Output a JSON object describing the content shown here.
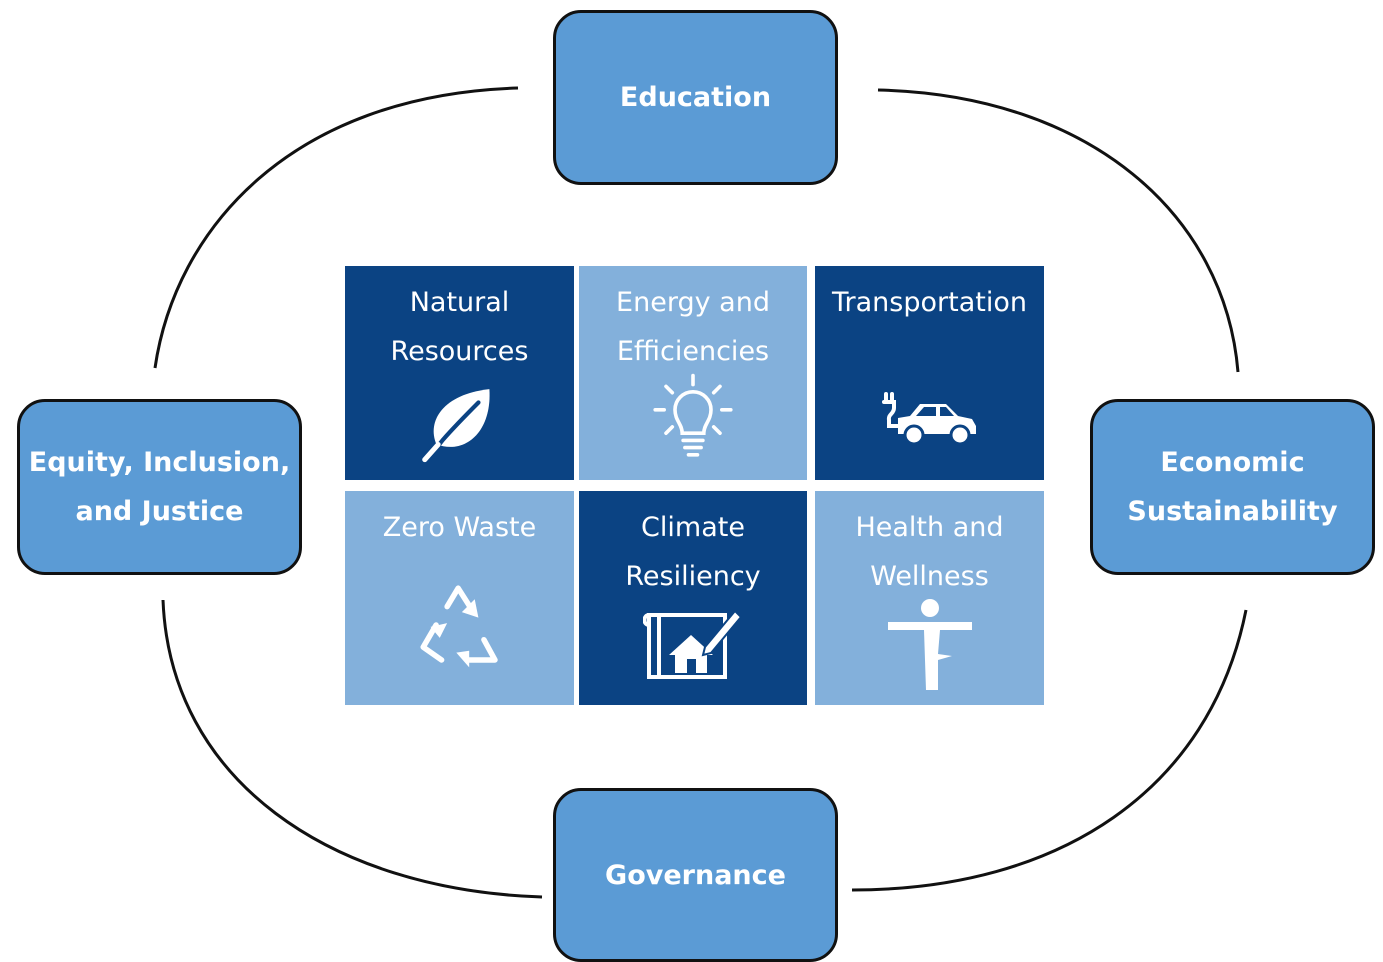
{
  "pillars": {
    "top": "Education",
    "left": "Equity, Inclusion,\nand Justice",
    "right": "Economic\nSustainability",
    "bottom": "Governance"
  },
  "tiles": [
    {
      "label": "Natural\nResources",
      "icon": "leaf-icon",
      "shade": "dark"
    },
    {
      "label": "Energy and\nEfficiencies",
      "icon": "lightbulb-icon",
      "shade": "light"
    },
    {
      "label": "Transportation",
      "icon": "electric-car-icon",
      "shade": "dark"
    },
    {
      "label": "Zero Waste",
      "icon": "recycle-icon",
      "shade": "light"
    },
    {
      "label": "Climate\nResiliency",
      "icon": "house-blueprint-icon",
      "shade": "dark"
    },
    {
      "label": "Health and\nWellness",
      "icon": "yoga-pose-icon",
      "shade": "light"
    }
  ],
  "colors": {
    "pillar_fill": "#5b9bd5",
    "tile_dark": "#0b4383",
    "tile_light": "#83b0db",
    "outline": "#111111"
  }
}
